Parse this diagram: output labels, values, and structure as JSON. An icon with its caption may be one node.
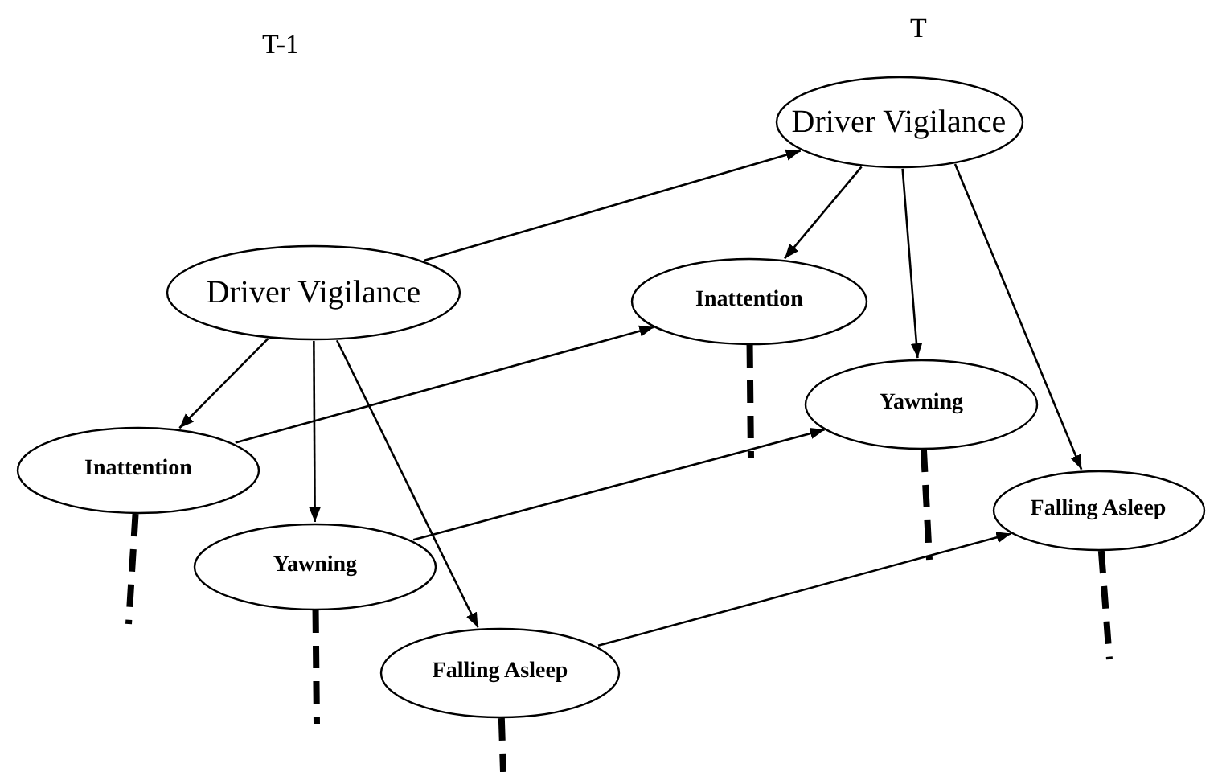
{
  "diagram": {
    "nodes": [
      {
        "text": [
          "Driver Vigilance"
        ]
      },
      {
        "text": [
          "Inattention"
        ]
      },
      {
        "text": [
          "Yawning"
        ]
      },
      {
        "text": [
          "Falling Asleep"
        ]
      },
      {
        "text": [
          "Driver Vigilance"
        ]
      },
      {
        "text": [
          "Inattention"
        ]
      },
      {
        "text": [
          "Yawning"
        ]
      },
      {
        "text": [
          "Falling Asleep"
        ]
      }
    ],
    "edges": [
      {
        "from": 0,
        "to": 4,
        "arrow": "to"
      },
      {
        "from": 4,
        "to": 5,
        "arrow": "to"
      },
      {
        "from": 4,
        "to": 6,
        "arrow": "to"
      },
      {
        "from": 4,
        "to": 7,
        "arrow": "to"
      },
      {
        "from": 0,
        "to": 1,
        "arrow": "to"
      },
      {
        "from": 0,
        "to": 2,
        "arrow": "to"
      },
      {
        "from": 0,
        "to": 3,
        "arrow": "to"
      },
      {
        "from": 1,
        "to": 5,
        "arrow": "to"
      },
      {
        "from": 2,
        "to": 6,
        "arrow": "to"
      },
      {
        "from": 3,
        "to": 7,
        "arrow": "to"
      },
      {
        "from": 5,
        "to": null,
        "arrow": "none",
        "style": "dashed"
      },
      {
        "from": 6,
        "to": null,
        "arrow": "none",
        "style": "dashed"
      },
      {
        "from": 1,
        "to": null,
        "arrow": "none",
        "style": "dashed"
      },
      {
        "from": 2,
        "to": null,
        "arrow": "none",
        "style": "dashed"
      },
      {
        "from": 7,
        "to": null,
        "arrow": "none",
        "style": "dashed"
      },
      {
        "from": 3,
        "to": null,
        "arrow": "none",
        "style": "dashed"
      }
    ],
    "labels": [
      "T-1",
      "T"
    ]
  }
}
